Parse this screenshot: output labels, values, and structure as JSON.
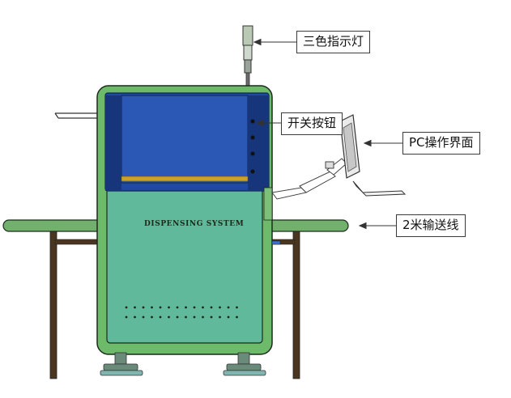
{
  "labels": {
    "tri_color_lamp": "三色指示灯",
    "switch_buttons": "开关按钮",
    "pc_interface": "PC操作界面",
    "conveyor": "2米输送线"
  },
  "machine": {
    "name": "DISPENSING SYSTEM"
  },
  "colors": {
    "frame_green": "#6dbb6a",
    "body_green": "#5fb99a",
    "hood_blue": "#1f4aa0",
    "hood_dark": "#17357a",
    "legs": "#4a3520",
    "gold_bar": "#c9a227",
    "outline": "#1c2a1c"
  }
}
